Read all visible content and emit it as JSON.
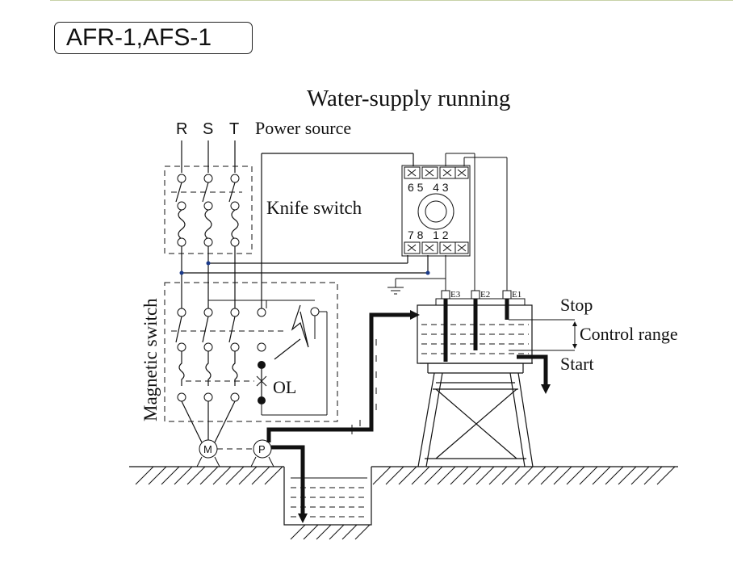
{
  "title": "AFR-1,AFS-1",
  "heading": "Water-supply running",
  "labels": {
    "phase_r": "R",
    "phase_s": "S",
    "phase_t": "T",
    "power_source": "Power source",
    "knife_switch": "Knife switch",
    "magnetic_switch": "Magnetic switch",
    "overload": "OL",
    "stop": "Stop",
    "control_range": "Control range",
    "start": "Start",
    "motor": "M",
    "pump": "P"
  },
  "relay": {
    "top_terminals": "6 5   4 3",
    "bottom_terminals": "7 8   1 2"
  },
  "electrodes": {
    "e1": "E1",
    "e2": "E2",
    "e3": "E3"
  }
}
